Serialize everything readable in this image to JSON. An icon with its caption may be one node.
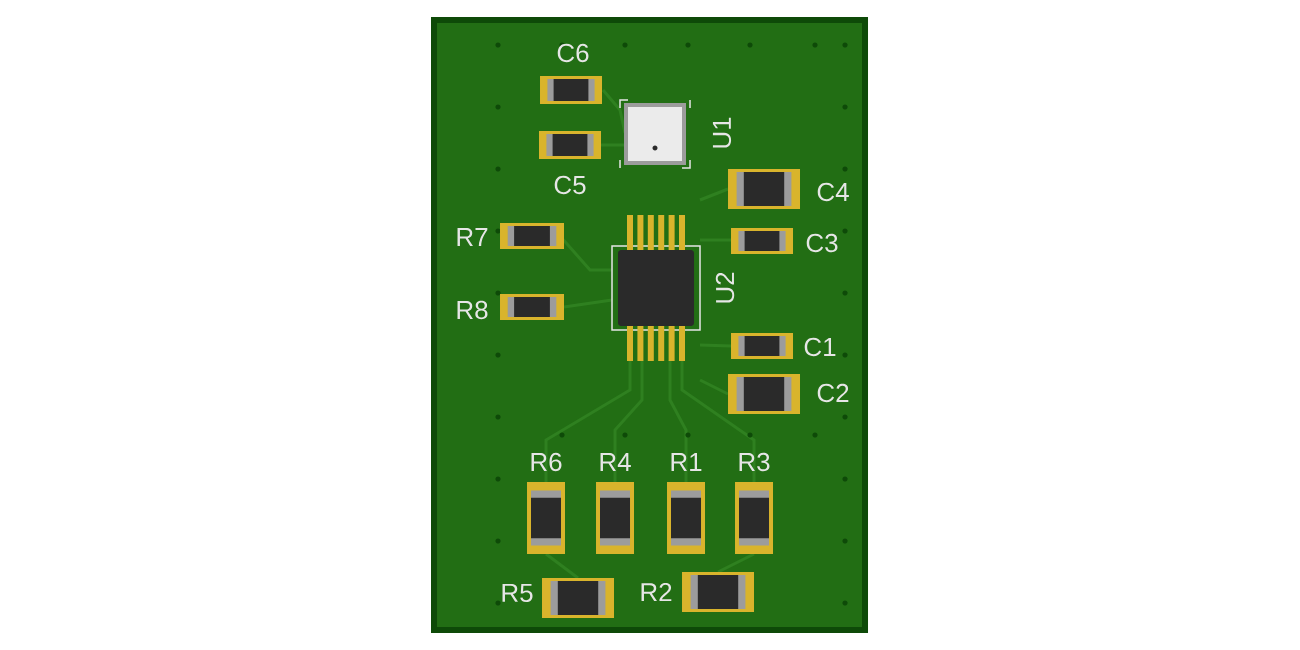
{
  "diagram": {
    "labels": [
      "C6",
      "U1",
      "C5",
      "C4",
      "R7",
      "C3",
      "U2",
      "R8",
      "C1",
      "C2",
      "R6",
      "R4",
      "R1",
      "R3",
      "R5",
      "R2"
    ]
  }
}
